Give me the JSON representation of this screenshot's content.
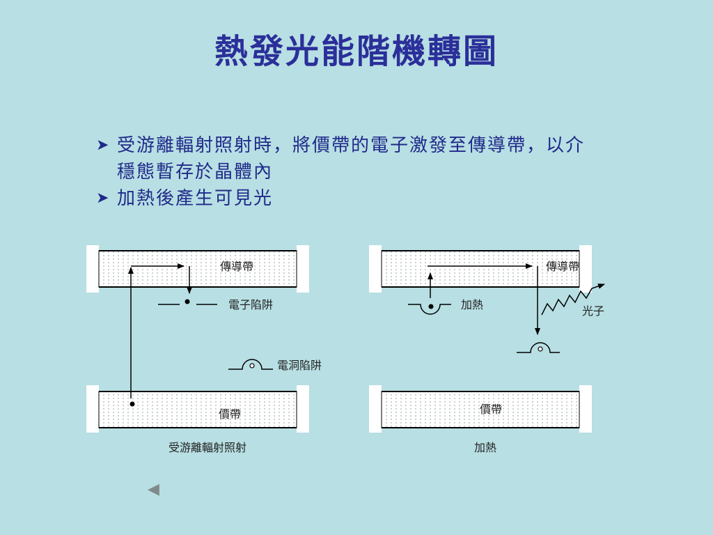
{
  "title": "熱發光能階機轉圖",
  "bullets": [
    "受游離輻射照射時，將價帶的電子激發至傳導帶，以介穩態暫存於晶體內",
    "加熱後產生可見光"
  ],
  "diagram": {
    "left": {
      "conduction_band": "傳導帶",
      "valence_band": "價帶",
      "electron_trap": "電子陷阱",
      "hole_trap": "電洞陷阱",
      "caption": "受游離輻射照射"
    },
    "right": {
      "conduction_band": "傳導帶",
      "valence_band": "價帶",
      "heating": "加熱",
      "photon": "光子",
      "caption": "加熱"
    }
  },
  "nav": {
    "prev_icon": "◀"
  },
  "colors": {
    "background": "#b8dfe3",
    "title": "#2b2f99",
    "text": "#1f2a8a"
  }
}
